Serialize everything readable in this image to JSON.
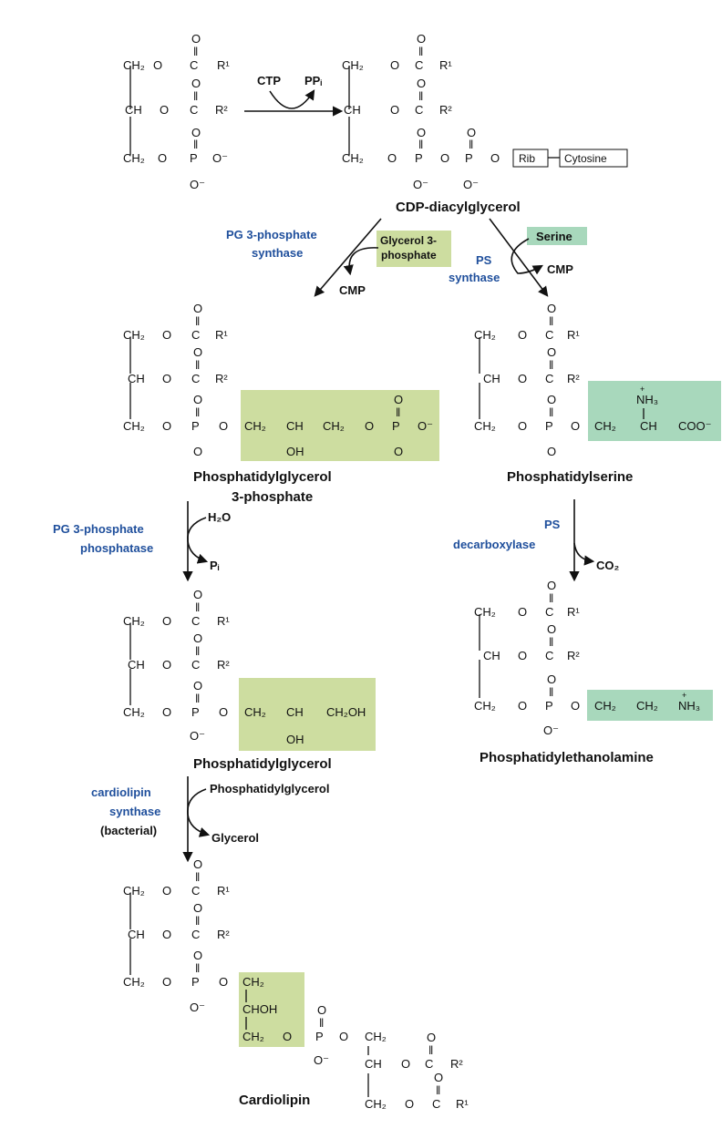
{
  "colors": {
    "highlight_green": "#cddda0",
    "highlight_teal": "#a8d8bc",
    "enzyme_blue": "#1f4f9c",
    "text": "#111111"
  },
  "atoms": {
    "ch2": "CH₂",
    "ch": "CH",
    "o": "O",
    "c": "C",
    "p": "P",
    "o_minus": "O⁻",
    "r1": "R¹",
    "r2": "R²",
    "dbl": "‖",
    "rib": "Rib",
    "cytosine": "Cytosine",
    "oh": "OH",
    "choh": "CHOH",
    "ch2oh": "CH₂OH",
    "coo_minus": "COO⁻",
    "nh3_plus": "N̈H₃",
    "plus": "+",
    "nh3": "NH₃"
  },
  "reagents": {
    "ctp": "CTP",
    "ppi": "PPᵢ",
    "cmp_left": "CMP",
    "cmp_right": "CMP",
    "glycerol3p": [
      "Glycerol 3-",
      "phosphate"
    ],
    "serine": "Serine",
    "h2o": "H₂O",
    "pi": "Pᵢ",
    "co2": "CO₂",
    "pg_in": "Phosphatidylglycerol",
    "glycerol_out": "Glycerol"
  },
  "enzymes": {
    "pg3p_synthase": [
      "PG 3-phosphate",
      "synthase"
    ],
    "ps_synthase": [
      "PS",
      "synthase"
    ],
    "pg3p_phosphatase": [
      "PG 3-phosphate",
      "phosphatase"
    ],
    "ps_decarboxylase": [
      "PS",
      "decarboxylase"
    ],
    "cardiolipin_synthase": [
      "cardiolipin",
      "synthase"
    ],
    "bacterial": "(bacterial)"
  },
  "compounds": {
    "cdp_dag": "CDP-diacylglycerol",
    "pgp": [
      "Phosphatidylglycerol",
      "3-phosphate"
    ],
    "ps": "Phosphatidylserine",
    "pg": "Phosphatidylglycerol",
    "pe": "Phosphatidylethanolamine",
    "cardiolipin": "Cardiolipin"
  }
}
